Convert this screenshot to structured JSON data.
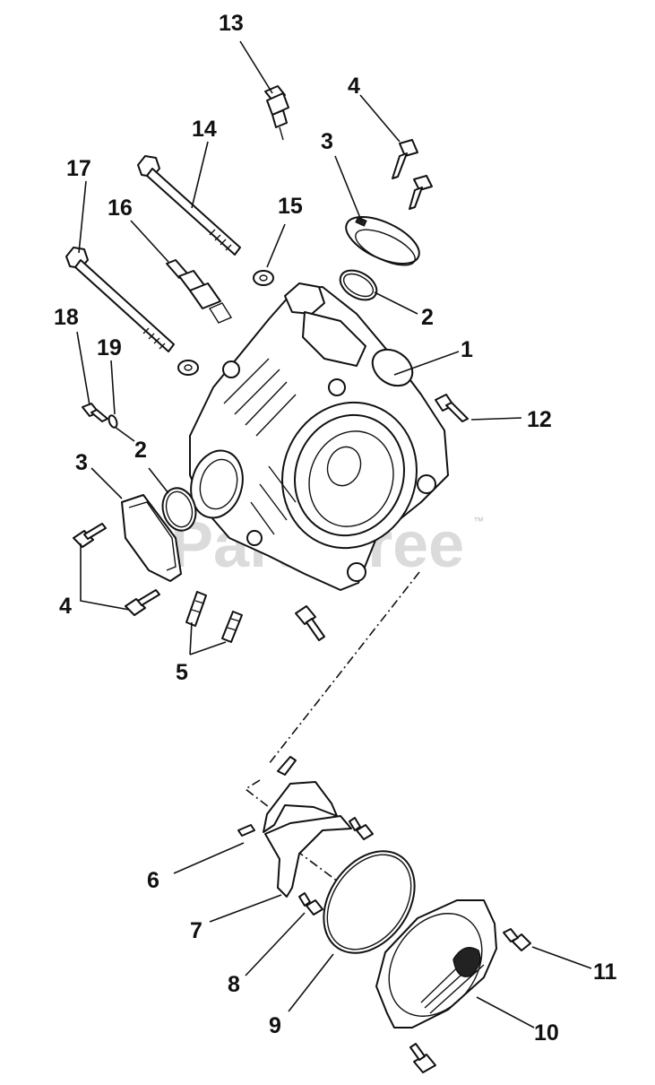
{
  "callouts": {
    "c13": "13",
    "c4_top": "4",
    "c3_top": "3",
    "c14": "14",
    "c17": "17",
    "c16": "16",
    "c15": "15",
    "c2_right": "2",
    "c1": "1",
    "c18": "18",
    "c19": "19",
    "c12": "12",
    "c2_left": "2",
    "c3_left": "3",
    "c4_left": "4",
    "c5": "5",
    "c6": "6",
    "c7": "7",
    "c8": "8",
    "c9": "9",
    "c10": "10",
    "c11": "11"
  },
  "watermark": {
    "text": "PartsTree",
    "trademark": "™"
  }
}
